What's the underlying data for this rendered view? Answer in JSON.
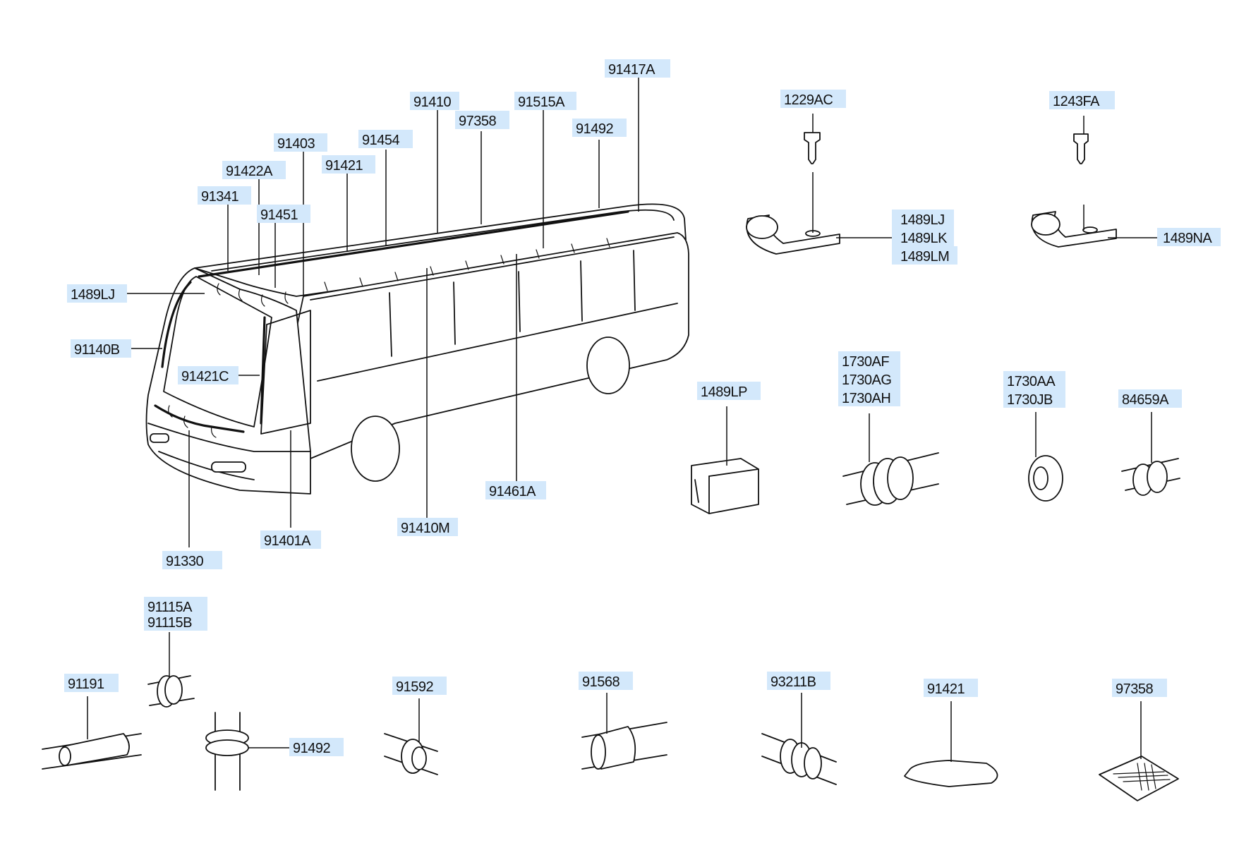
{
  "callouts": [
    {
      "id": "91417A",
      "text": "91417A"
    },
    {
      "id": "91410",
      "text": "91410"
    },
    {
      "id": "91515A",
      "text": "91515A"
    },
    {
      "id": "97358",
      "text": "97358"
    },
    {
      "id": "91492",
      "text": "91492"
    },
    {
      "id": "91403",
      "text": "91403"
    },
    {
      "id": "91454",
      "text": "91454"
    },
    {
      "id": "91421",
      "text": "91421"
    },
    {
      "id": "91422A",
      "text": "91422A"
    },
    {
      "id": "91341",
      "text": "91341"
    },
    {
      "id": "91451",
      "text": "91451"
    },
    {
      "id": "1489LJ-bus",
      "text": "1489LJ"
    },
    {
      "id": "91140B",
      "text": "91140B"
    },
    {
      "id": "91421C",
      "text": "91421C"
    },
    {
      "id": "91461A",
      "text": "91461A"
    },
    {
      "id": "91410M",
      "text": "91410M"
    },
    {
      "id": "91401A",
      "text": "91401A"
    },
    {
      "id": "91330",
      "text": "91330"
    },
    {
      "id": "1229AC",
      "text": "1229AC"
    },
    {
      "id": "1243FA",
      "text": "1243FA"
    },
    {
      "id": "1489LJ-clip",
      "text": "1489LJ"
    },
    {
      "id": "1489LK",
      "text": "1489LK"
    },
    {
      "id": "1489LM",
      "text": "1489LM"
    },
    {
      "id": "1489NA",
      "text": "1489NA"
    },
    {
      "id": "1489LP",
      "text": "1489LP"
    },
    {
      "id": "1730AF",
      "text": "1730AF"
    },
    {
      "id": "1730AG",
      "text": "1730AG"
    },
    {
      "id": "1730AH",
      "text": "1730AH"
    },
    {
      "id": "1730AA",
      "text": "1730AA"
    },
    {
      "id": "1730JB",
      "text": "1730JB"
    },
    {
      "id": "84659A",
      "text": "84659A"
    },
    {
      "id": "91115A",
      "text": "91115A"
    },
    {
      "id": "91115B",
      "text": "91115B"
    },
    {
      "id": "91191",
      "text": "91191"
    },
    {
      "id": "91492-grommet",
      "text": "91492"
    },
    {
      "id": "91592",
      "text": "91592"
    },
    {
      "id": "91568",
      "text": "91568"
    },
    {
      "id": "93211B",
      "text": "93211B"
    },
    {
      "id": "91421-pad",
      "text": "91421"
    },
    {
      "id": "97358-pad",
      "text": "97358"
    }
  ],
  "colors": {
    "label_highlight": "#d3e8fb",
    "line": "#111111",
    "background": "#ffffff"
  }
}
